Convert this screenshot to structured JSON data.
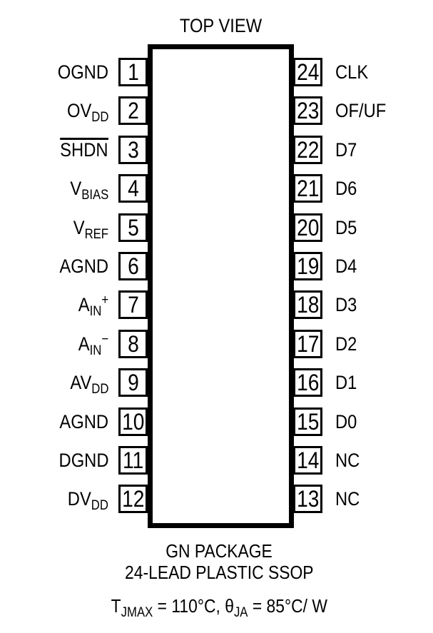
{
  "title": "TOP VIEW",
  "package_footer": {
    "line1": "GN PACKAGE",
    "line2": "24-LEAD PLASTIC SSOP"
  },
  "thermal_note": [
    {
      "t": "T"
    },
    {
      "sub": "JMAX"
    },
    {
      "t": " = 110°C, θ"
    },
    {
      "sub": "JA"
    },
    {
      "t": " = 85°C/ W"
    }
  ],
  "pins": {
    "left": [
      {
        "num": "1",
        "label": [
          {
            "t": "OGND"
          }
        ]
      },
      {
        "num": "2",
        "label": [
          {
            "t": "OV"
          },
          {
            "sub": "DD"
          }
        ]
      },
      {
        "num": "3",
        "label": [
          {
            "t": "SHDN",
            "overline": true
          }
        ]
      },
      {
        "num": "4",
        "label": [
          {
            "t": "V"
          },
          {
            "sub": "BIAS"
          }
        ]
      },
      {
        "num": "5",
        "label": [
          {
            "t": "V"
          },
          {
            "sub": "REF"
          }
        ]
      },
      {
        "num": "6",
        "label": [
          {
            "t": "AGND"
          }
        ]
      },
      {
        "num": "7",
        "label": [
          {
            "t": "A"
          },
          {
            "sub": "IN"
          },
          {
            "sup": "+"
          }
        ]
      },
      {
        "num": "8",
        "label": [
          {
            "t": "A"
          },
          {
            "sub": "IN"
          },
          {
            "sup": "−"
          }
        ]
      },
      {
        "num": "9",
        "label": [
          {
            "t": "AV"
          },
          {
            "sub": "DD"
          }
        ]
      },
      {
        "num": "10",
        "label": [
          {
            "t": "AGND"
          }
        ]
      },
      {
        "num": "11",
        "label": [
          {
            "t": "DGND"
          }
        ]
      },
      {
        "num": "12",
        "label": [
          {
            "t": "DV"
          },
          {
            "sub": "DD"
          }
        ]
      }
    ],
    "right": [
      {
        "num": "24",
        "label": [
          {
            "t": "CLK"
          }
        ]
      },
      {
        "num": "23",
        "label": [
          {
            "t": "OF/UF"
          }
        ]
      },
      {
        "num": "22",
        "label": [
          {
            "t": "D7"
          }
        ]
      },
      {
        "num": "21",
        "label": [
          {
            "t": "D6"
          }
        ]
      },
      {
        "num": "20",
        "label": [
          {
            "t": "D5"
          }
        ]
      },
      {
        "num": "19",
        "label": [
          {
            "t": "D4"
          }
        ]
      },
      {
        "num": "18",
        "label": [
          {
            "t": "D3"
          }
        ]
      },
      {
        "num": "17",
        "label": [
          {
            "t": "D2"
          }
        ]
      },
      {
        "num": "16",
        "label": [
          {
            "t": "D1"
          }
        ]
      },
      {
        "num": "15",
        "label": [
          {
            "t": "D0"
          }
        ]
      },
      {
        "num": "14",
        "label": [
          {
            "t": "NC"
          }
        ]
      },
      {
        "num": "13",
        "label": [
          {
            "t": "NC"
          }
        ]
      }
    ]
  },
  "layout_numbers": {
    "pin_count": "24"
  },
  "colors": {
    "ink": "#000000",
    "paper": "#ffffff"
  }
}
